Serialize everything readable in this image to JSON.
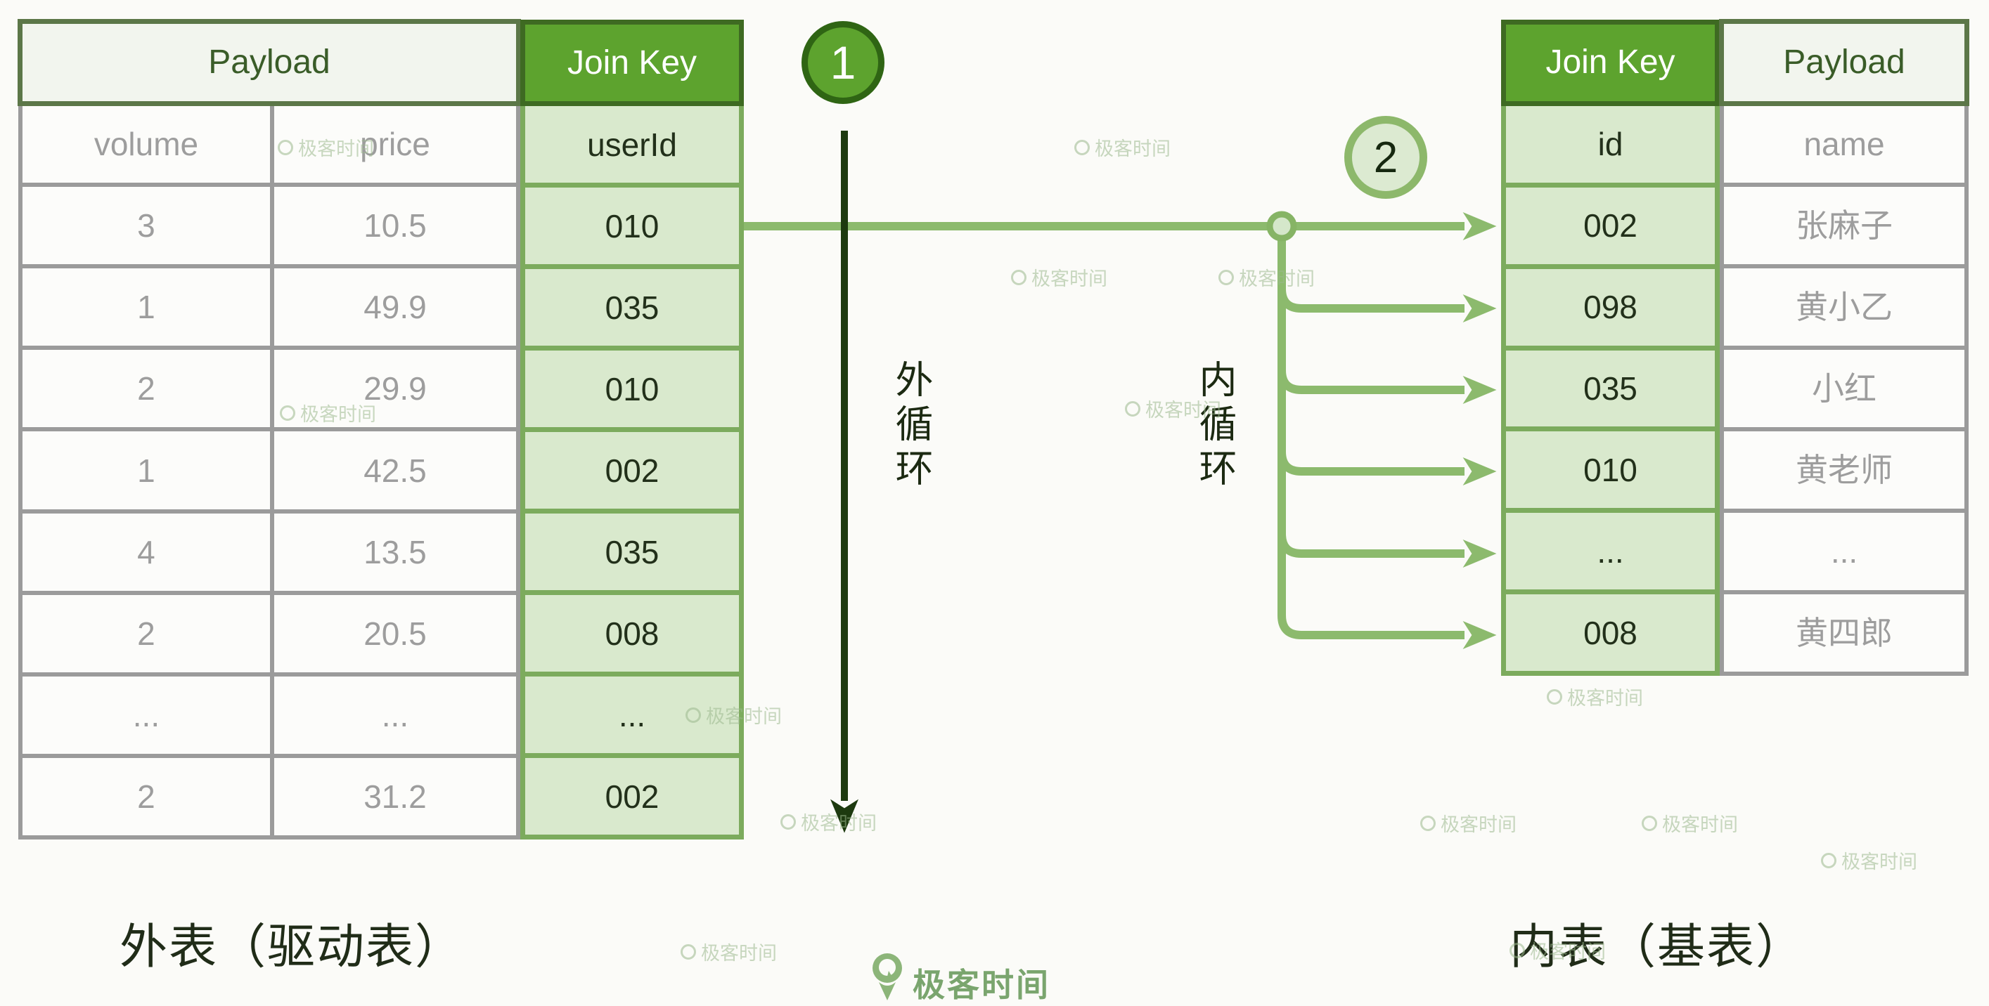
{
  "left_table": {
    "payload_header": "Payload",
    "join_header": "Join Key",
    "sub": [
      "volume",
      "price",
      "userId"
    ],
    "rows": [
      [
        "3",
        "10.5",
        "010"
      ],
      [
        "1",
        "49.9",
        "035"
      ],
      [
        "2",
        "29.9",
        "010"
      ],
      [
        "1",
        "42.5",
        "002"
      ],
      [
        "4",
        "13.5",
        "035"
      ],
      [
        "2",
        "20.5",
        "008"
      ],
      [
        "...",
        "...",
        "..."
      ],
      [
        "2",
        "31.2",
        "002"
      ]
    ],
    "caption": "外表（驱动表）"
  },
  "right_table": {
    "join_header": "Join Key",
    "payload_header": "Payload",
    "sub": [
      "id",
      "name"
    ],
    "rows": [
      [
        "002",
        "张麻子"
      ],
      [
        "098",
        "黄小乙"
      ],
      [
        "035",
        "小红"
      ],
      [
        "010",
        "黄老师"
      ],
      [
        "...",
        "..."
      ],
      [
        "008",
        "黄四郎"
      ]
    ],
    "caption": "内表（基表）"
  },
  "badges": {
    "step1": "1",
    "step2": "2"
  },
  "labels": {
    "outer_loop": "外循环",
    "inner_loop": "内循环"
  },
  "logo": {
    "text": "极客时间"
  },
  "watermark": {
    "text": "极客时间"
  },
  "colors": {
    "header_green": "#5da32e",
    "join_cell_green": "#d9e9cd",
    "join_border_green": "#7cab5d",
    "arrow_green": "#8cba6d",
    "dark_arrow": "#1d3a0f",
    "gray_border": "#9b9b9b",
    "gray_text": "#9d9d9d",
    "dark_text": "#22301a"
  }
}
